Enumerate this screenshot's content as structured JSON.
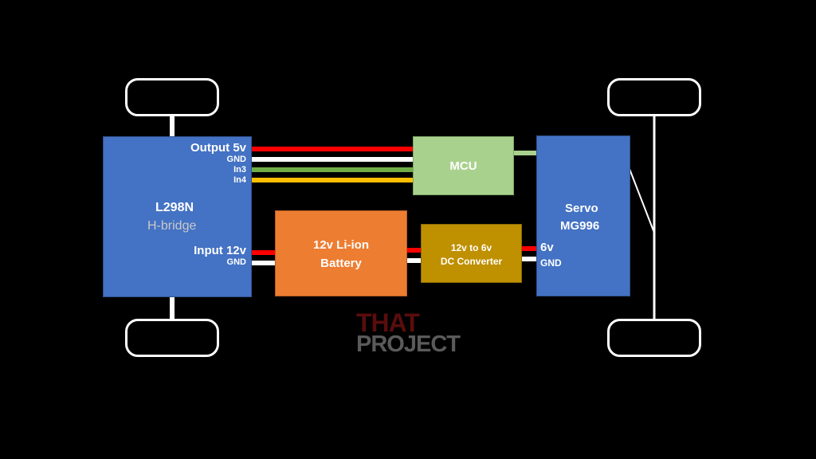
{
  "hbridge": {
    "title": "L298N",
    "subtitle": "H-bridge",
    "output_label": "Output 5v",
    "gnd_label_top": "GND",
    "in3_label": "In3",
    "in4_label": "In4",
    "input_label": "Input 12v",
    "gnd_label_bottom": "GND"
  },
  "mcu": {
    "title": "MCU"
  },
  "battery": {
    "line1": "12v Li-ion",
    "line2": "Battery"
  },
  "converter": {
    "line1": "12v to 6v",
    "line2": "DC Converter"
  },
  "servo": {
    "line1": "Servo",
    "line2": "MG996",
    "v6_label": "6v",
    "gnd_label": "GND"
  },
  "watermark": {
    "line1": "THAT",
    "line2": "PROJECT"
  },
  "colors": {
    "block_blue": "#4472c4",
    "mcu_green": "#a9d18e",
    "battery_orange": "#ed7d31",
    "converter_gold": "#bf9000",
    "wire_red": "#ff0000",
    "wire_white": "#ffffff",
    "wire_green": "#70ad47",
    "wire_yellow": "#ffc000",
    "watermark_red": "#5a0d0d",
    "watermark_gray": "#5a5a5a"
  }
}
